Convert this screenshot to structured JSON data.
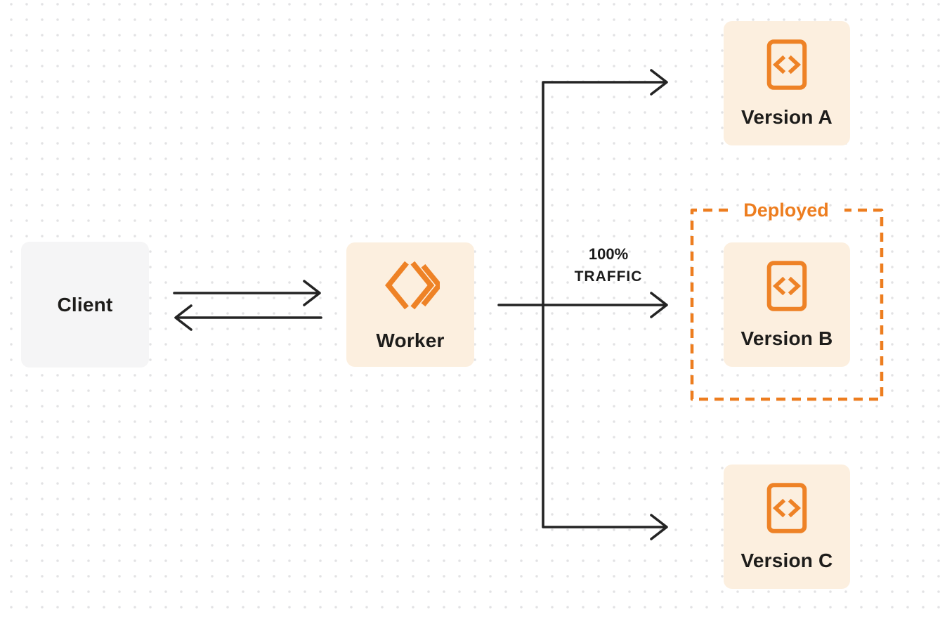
{
  "nodes": {
    "client": {
      "label": "Client"
    },
    "worker": {
      "label": "Worker"
    },
    "version_a": {
      "label": "Version A"
    },
    "version_b": {
      "label": "Version B"
    },
    "version_c": {
      "label": "Version C"
    }
  },
  "annotations": {
    "deployed": "Deployed",
    "traffic_line1": "100%",
    "traffic_line2": "TRAFFIC"
  },
  "icons": {
    "worker_logo": "workers-logo-icon",
    "version_file": "code-file-icon"
  },
  "colors": {
    "accent_orange": "#ED7D1F",
    "icon_orange": "#EE8226",
    "node_fill_cream": "#FCEFDF",
    "node_fill_gray": "#F5F5F6",
    "arrow_black": "#242424",
    "text_dark": "#1D1C1A",
    "dot_grid": "#E2E2E4",
    "background": "#FFFFFF"
  }
}
